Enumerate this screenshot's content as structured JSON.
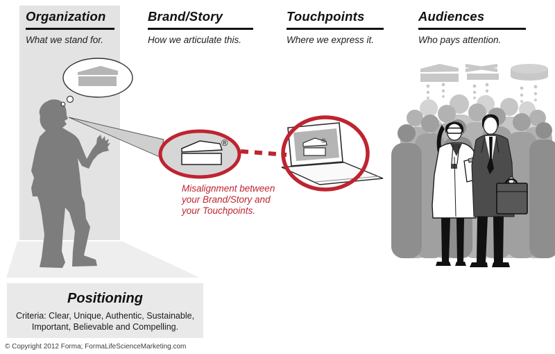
{
  "columns": [
    {
      "label": "Organization",
      "subtitle": "What we stand for."
    },
    {
      "label": "Brand/Story",
      "subtitle": "How we articulate this."
    },
    {
      "label": "Touchpoints",
      "subtitle": "Where we express it."
    },
    {
      "label": "Audiences",
      "subtitle": "Who pays attention."
    }
  ],
  "misalignment_note": {
    "lines": [
      "Misalignment between",
      "your Brand/Story and",
      "your Touchpoints."
    ]
  },
  "positioning": {
    "title": "Positioning",
    "criteria": [
      "Criteria: Clear, Unique, Authentic, Sustainable,",
      "Important, Believable and Compelling."
    ]
  },
  "footer": {
    "copyright": "© Copyright 2012 Forma; FormaLifeScienceMarketing.com"
  },
  "symbols": {
    "registered": "®"
  },
  "icons": {
    "thought_bubble": "product-box-icon",
    "brand_bubble": "registered-product-box-icon",
    "touchpoint": "laptop-with-registered-box-icon",
    "audience_perceptions": [
      "flat-box-icon",
      "twisted-box-icon",
      "round-box-icon"
    ]
  },
  "colors": {
    "accent_red": "#be2430",
    "panel_gray": "#e3e3e3",
    "platform_gray": "#eeeeee",
    "positioning_box_gray": "#e9e9e9",
    "silhouette_gray": "#7d7d7d"
  }
}
